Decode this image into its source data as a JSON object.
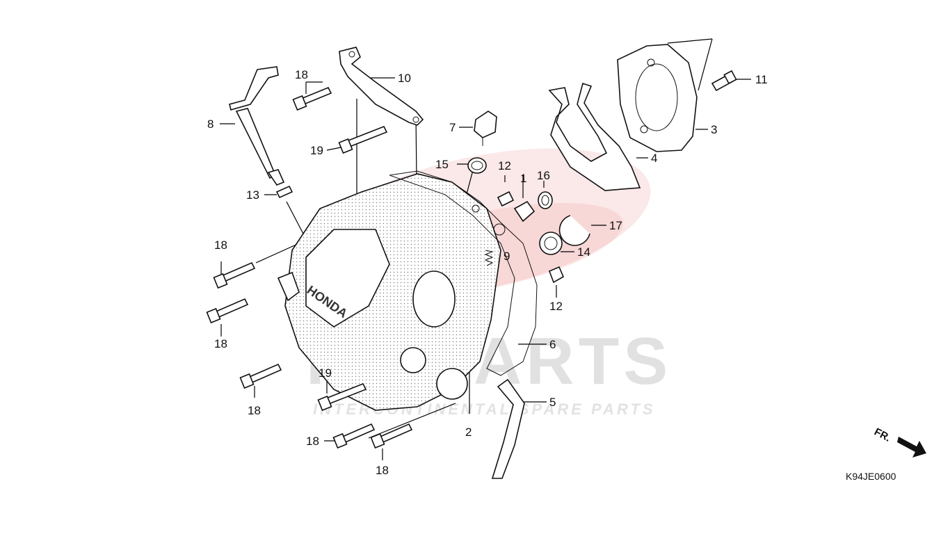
{
  "diagram": {
    "code": "K94JE0600",
    "front_marker": "FR.",
    "watermark": {
      "brand": "ICSPARTS",
      "tagline": "INTERCONTINENTAL SPARE PARTS",
      "accent_color": "#e04040"
    },
    "callouts": {
      "p1": "1",
      "p2": "2",
      "p3": "3",
      "p4": "4",
      "p5": "5",
      "p6": "6",
      "p7": "7",
      "p8": "8",
      "p9": "9",
      "p10": "10",
      "p11": "11",
      "p12a": "12",
      "p12b": "12",
      "p13": "13",
      "p14": "14",
      "p15": "15",
      "p16": "16",
      "p17": "17",
      "p18a": "18",
      "p18b": "18",
      "p18c": "18",
      "p18d": "18",
      "p18e": "18",
      "p18f": "18",
      "p19a": "19",
      "p19b": "19"
    },
    "cover_logo": "HONDA"
  }
}
